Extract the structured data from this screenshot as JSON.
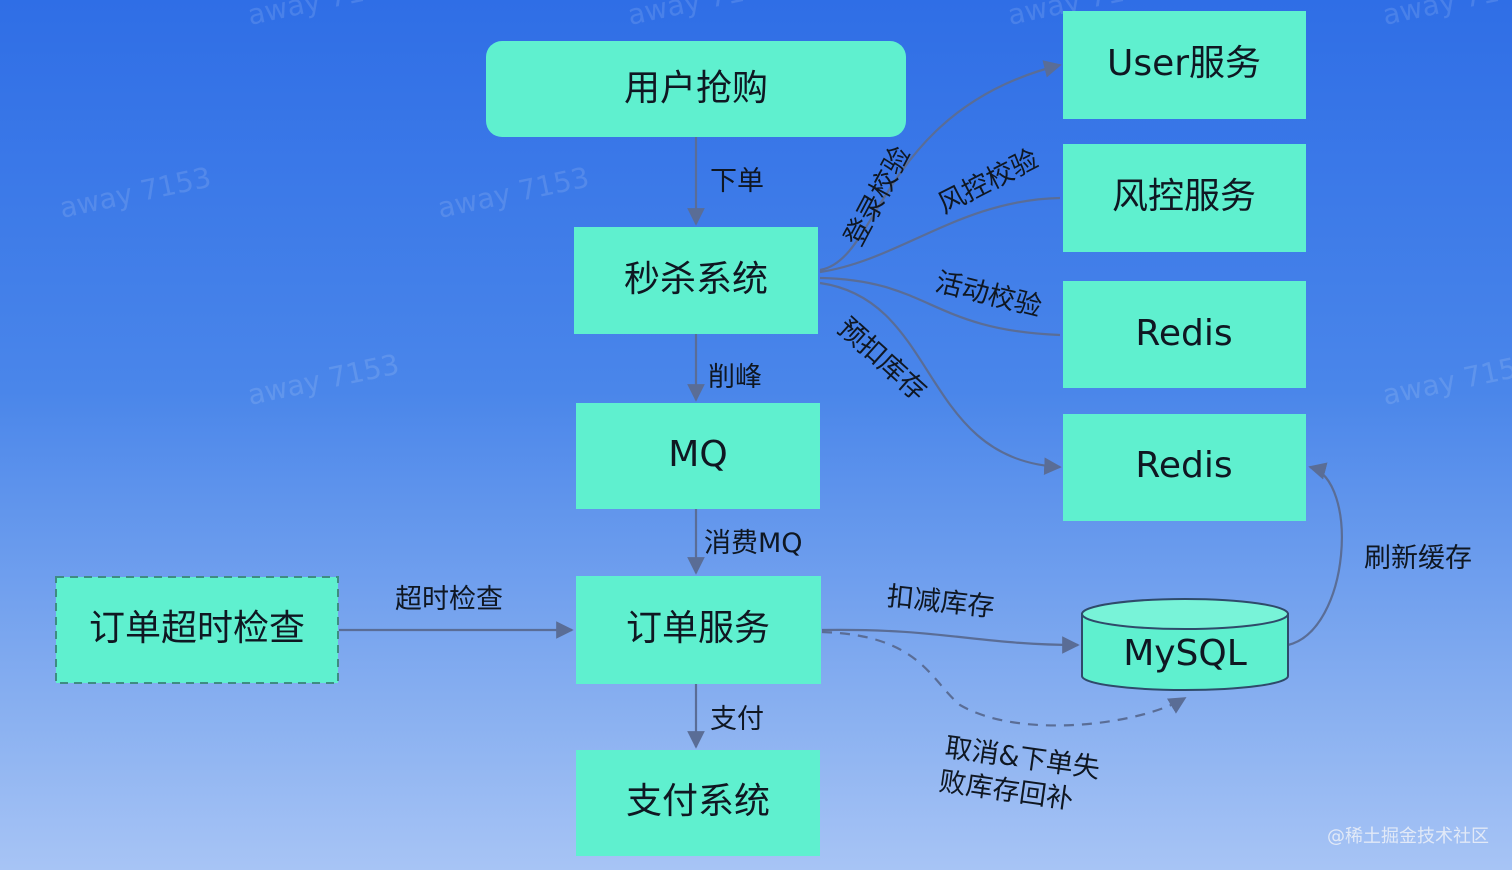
{
  "nodes": {
    "user_rush": "用户抢购",
    "seckill_system": "秒杀系统",
    "mq": "MQ",
    "order_service": "订单服务",
    "pay_system": "支付系统",
    "order_timeout_check": "订单超时检查",
    "user_service": "User服务",
    "risk_service": "风控服务",
    "redis_1": "Redis",
    "redis_2": "Redis",
    "mysql": "MySQL"
  },
  "edges": {
    "place_order": "下单",
    "peak_shaving": "削峰",
    "consume_mq": "消费MQ",
    "pay": "支付",
    "timeout_check": "超时检查",
    "login_check": "登录校验",
    "risk_check": "风控校验",
    "activity_check": "活动校验",
    "pre_deduct_stock": "预扣库存",
    "deduct_stock": "扣减库存",
    "refresh_cache": "刷新缓存",
    "restore_stock_line1": "取消&下单失",
    "restore_stock_line2": "败库存回补"
  },
  "watermark": "away 7153",
  "credit": "@稀土掘金技术社区",
  "colors": {
    "node_fill": "#5ff0cf",
    "edge_stroke": "#5a6d96"
  }
}
